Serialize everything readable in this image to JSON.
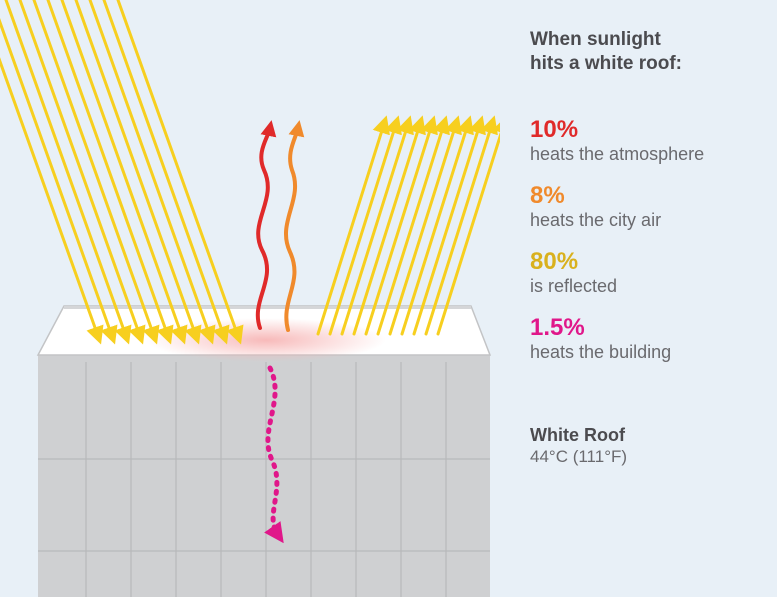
{
  "heading": {
    "line1": "When sunlight",
    "line2": "hits a white roof:"
  },
  "stats": [
    {
      "value": "10%",
      "label": "heats the atmosphere",
      "color": "#e02a2a"
    },
    {
      "value": "8%",
      "label": "heats the city air",
      "color": "#f08a2c"
    },
    {
      "value": "80%",
      "label": "is reflected",
      "color": "#d9b11e"
    },
    {
      "value": "1.5%",
      "label": "heats the building",
      "color": "#e0178a"
    }
  ],
  "roof": {
    "name": "White Roof",
    "temperature": "44°C (111°F)"
  },
  "colors": {
    "background": "#e8f0f7",
    "sunlight": "#f7cf1f",
    "building": "#cfd0d2",
    "roof": "#ffffff",
    "heat_glow": "#f7b6b6"
  },
  "icons": {
    "incoming_rays": "sunlight-incoming-rays",
    "reflected_rays": "sunlight-reflected-rays",
    "atmosphere_arrow": "wavy-up-arrow-red",
    "city_air_arrow": "wavy-up-arrow-orange",
    "building_arrow": "dotted-down-arrow-magenta"
  }
}
